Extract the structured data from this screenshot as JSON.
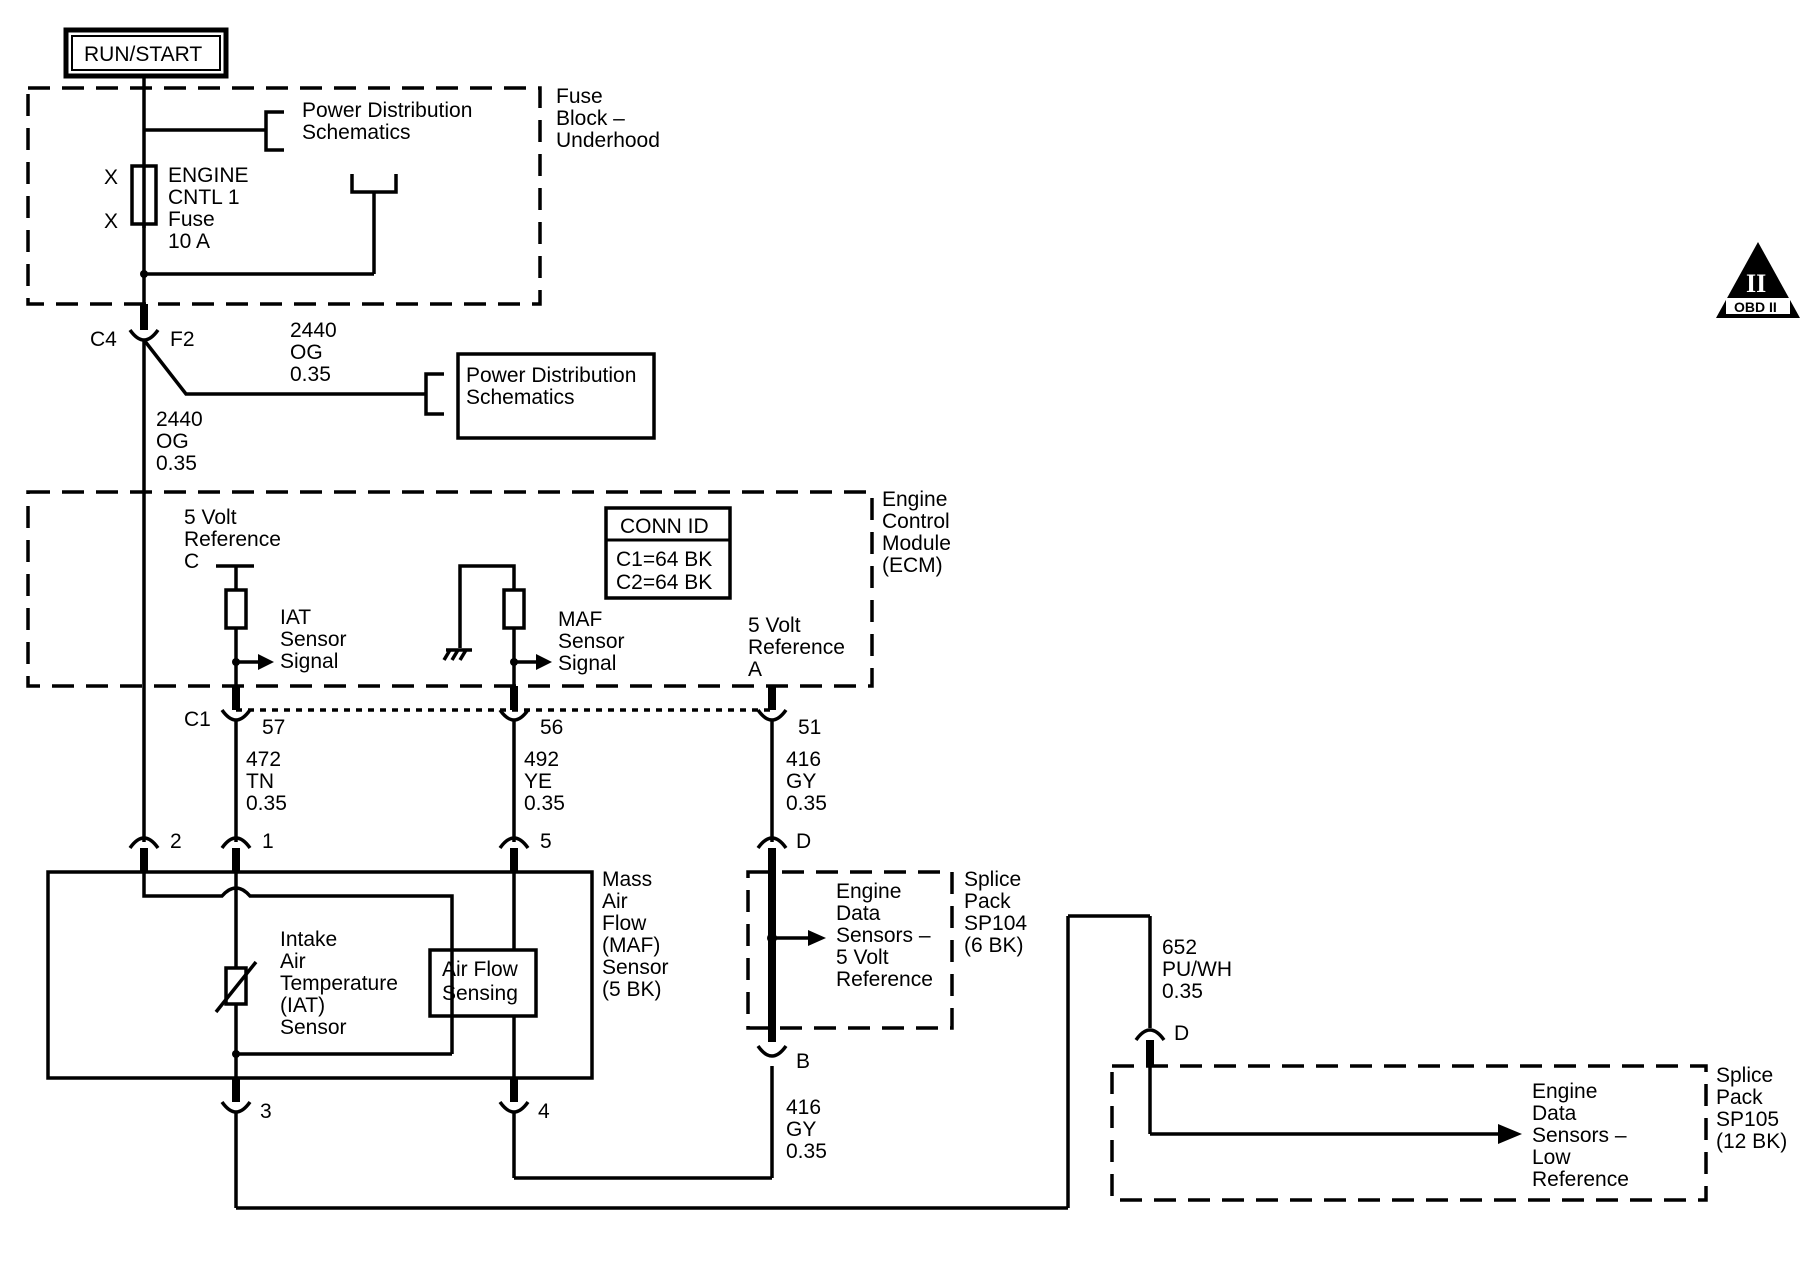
{
  "run_start": "RUN/START",
  "fuse_block": {
    "line1": "Fuse",
    "line2": "Block –",
    "line3": "Underhood"
  },
  "pds_top": {
    "line1": "Power Distribution",
    "line2": "Schematics"
  },
  "pds_mid": {
    "line1": "Power Distribution",
    "line2": "Schematics"
  },
  "fuse": {
    "x_top": "X",
    "x_bottom": "X",
    "line1": "ENGINE",
    "line2": "CNTL 1",
    "line3": "Fuse",
    "line4": "10 A"
  },
  "c4": "C4",
  "f2": "F2",
  "wire_2440_upper": {
    "circuit": "2440",
    "color": "OG",
    "size": "0.35"
  },
  "wire_2440_left": {
    "circuit": "2440",
    "color": "OG",
    "size": "0.35"
  },
  "ecm": {
    "line1": "Engine",
    "line2": "Control",
    "line3": "Module",
    "line4": "(ECM)",
    "conn_id_title": "CONN ID",
    "conn_id_c1": "C1=64 BK",
    "conn_id_c2": "C2=64 BK",
    "ref5v_c": {
      "line1": "5 Volt",
      "line2": "Reference",
      "line3": "C"
    },
    "iat_signal": {
      "line1": "IAT",
      "line2": "Sensor",
      "line3": "Signal"
    },
    "maf_signal": {
      "line1": "MAF",
      "line2": "Sensor",
      "line3": "Signal"
    },
    "ref5v_a": {
      "line1": "5 Volt",
      "line2": "Reference",
      "line3": "A"
    }
  },
  "c1": "C1",
  "pins": {
    "p57": "57",
    "p56": "56",
    "p51": "51",
    "p2": "2",
    "p1": "1",
    "p5": "5",
    "p3": "3",
    "p4": "4",
    "pD1": "D",
    "pB": "B",
    "pD2": "D"
  },
  "wire_472": {
    "circuit": "472",
    "color": "TN",
    "size": "0.35"
  },
  "wire_492": {
    "circuit": "492",
    "color": "YE",
    "size": "0.35"
  },
  "wire_416_upper": {
    "circuit": "416",
    "color": "GY",
    "size": "0.35"
  },
  "wire_416_lower": {
    "circuit": "416",
    "color": "GY",
    "size": "0.35"
  },
  "wire_652": {
    "circuit": "652",
    "color": "PU/WH",
    "size": "0.35"
  },
  "maf_sensor": {
    "line1": "Mass",
    "line2": "Air",
    "line3": "Flow",
    "line4": "(MAF)",
    "line5": "Sensor",
    "line6": "(5 BK)"
  },
  "iat_sensor": {
    "line1": "Intake",
    "line2": "Air",
    "line3": "Temperature",
    "line4": "(IAT)",
    "line5": "Sensor"
  },
  "air_flow": {
    "line1": "Air Flow",
    "line2": "Sensing"
  },
  "sp104": {
    "line1": "Splice",
    "line2": "Pack",
    "line3": "SP104",
    "line4": "(6 BK)"
  },
  "sp104_inner": {
    "line1": "Engine",
    "line2": "Data",
    "line3": "Sensors –",
    "line4": "5 Volt",
    "line5": "Reference"
  },
  "sp105": {
    "line1": "Splice",
    "line2": "Pack",
    "line3": "SP105",
    "line4": "(12 BK)"
  },
  "sp105_inner": {
    "line1": "Engine",
    "line2": "Data",
    "line3": "Sensors –",
    "line4": "Low",
    "line5": "Reference"
  },
  "obd": {
    "numeral": "II",
    "label": "OBD II"
  }
}
